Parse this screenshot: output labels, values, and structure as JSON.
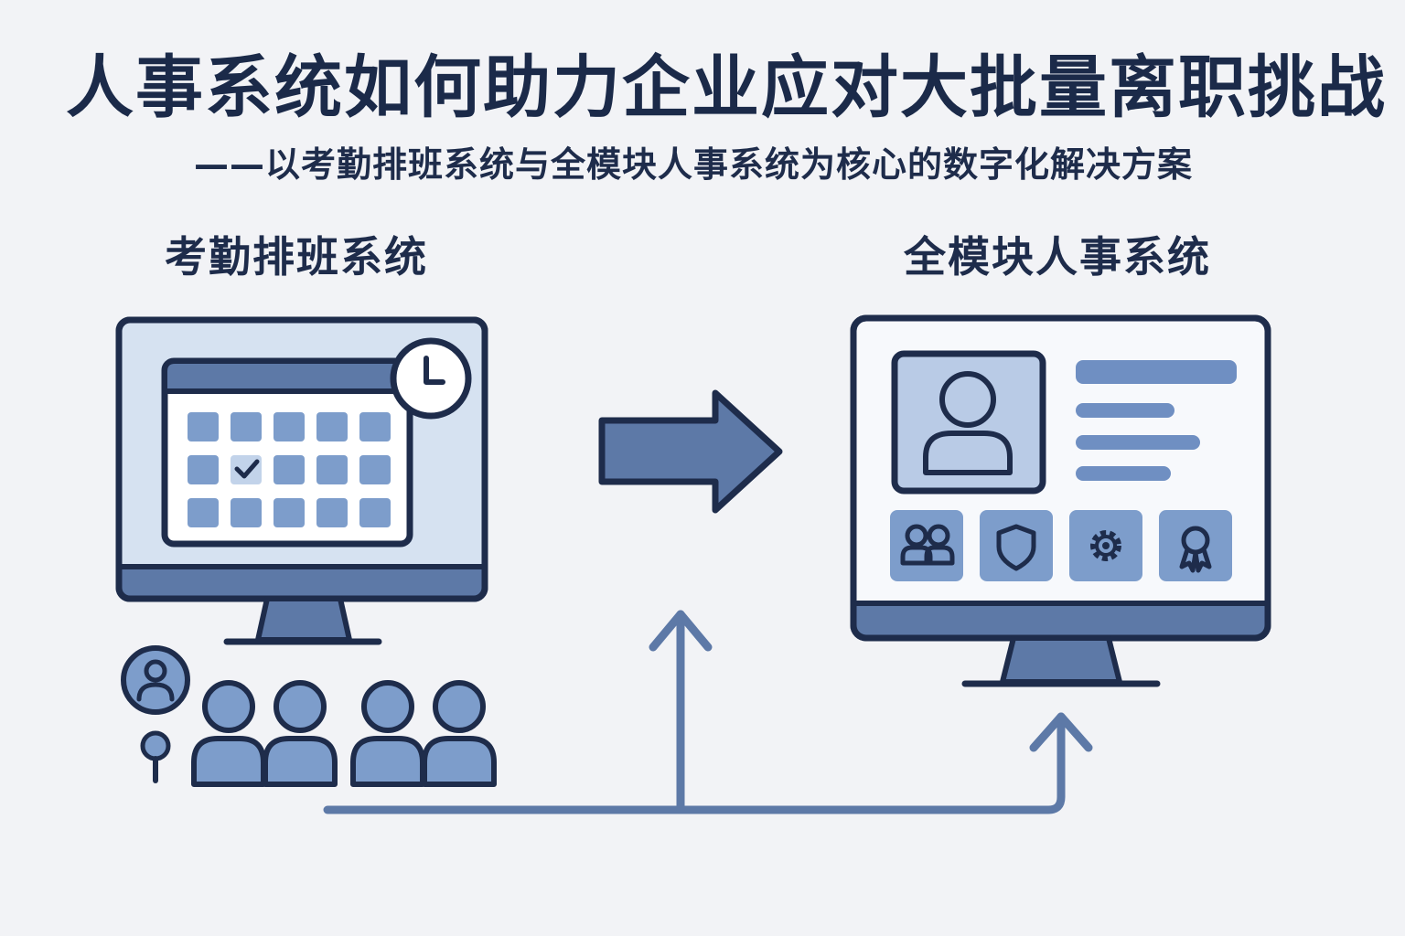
{
  "header": {
    "title": "人事系统如何助力企业应对大批量离职挑战",
    "subtitle": "——以考勤排班系统与全模块人事系统为核心的数字化解决方案"
  },
  "sections": {
    "left_label": "考勤排班系统",
    "right_label": "全模块人事系统"
  },
  "icons": {
    "left_monitor": "calendar-schedule-icon",
    "clock": "clock-icon",
    "check": "checkmark-icon",
    "right_monitor": "employee-profile-icon",
    "modules": [
      "team-icon",
      "shield-icon",
      "gear-icon",
      "award-ribbon-icon"
    ]
  },
  "colors": {
    "navy": "#1e2c4b",
    "steel_blue": "#5d79a7",
    "light_blue": "#7d9dcb",
    "screen_light": "#d6e2f1",
    "background": "#f2f3f6"
  }
}
